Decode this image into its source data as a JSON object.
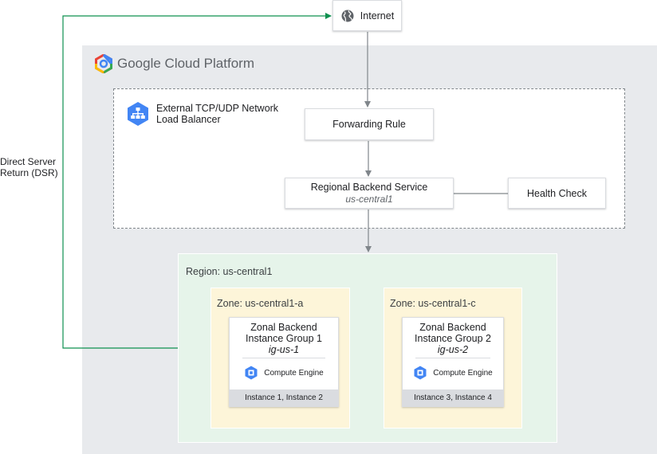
{
  "colors": {
    "panel_background": "#e8eaed",
    "region_fill": "#e6f4ea",
    "zone_fill": "#fdf5d9",
    "dsr_line": "#0d904f",
    "arrow_line": "#80868b",
    "gcp_blue": "#4285f4"
  },
  "internet": {
    "label": "Internet",
    "icon": "globe-icon"
  },
  "platform": {
    "title": "Google Cloud Platform",
    "icon": "gcp-hexagon-logo"
  },
  "load_balancer": {
    "title": "External TCP/UDP Network Load Balancer",
    "icon": "load-balancer-icon"
  },
  "forwarding_rule": {
    "label": "Forwarding Rule"
  },
  "regional_backend": {
    "label": "Regional Backend Service",
    "region": "us-central1"
  },
  "health_check": {
    "label": "Health Check"
  },
  "dsr": {
    "label": "Direct Server Return (DSR)"
  },
  "region": {
    "label": "Region: us-central1"
  },
  "zones": [
    {
      "label": "Zone: us-central1-a",
      "instance_group": {
        "line1": "Zonal Backend",
        "line2": "Instance Group 1",
        "name": "ig-us-1",
        "engine": "Compute Engine",
        "engine_icon": "compute-engine-icon",
        "instances": "Instance 1, Instance 2"
      }
    },
    {
      "label": "Zone: us-central1-c",
      "instance_group": {
        "line1": "Zonal Backend",
        "line2": "Instance Group 2",
        "name": "ig-us-2",
        "engine": "Compute Engine",
        "engine_icon": "compute-engine-icon",
        "instances": "Instance 3, Instance 4"
      }
    }
  ]
}
